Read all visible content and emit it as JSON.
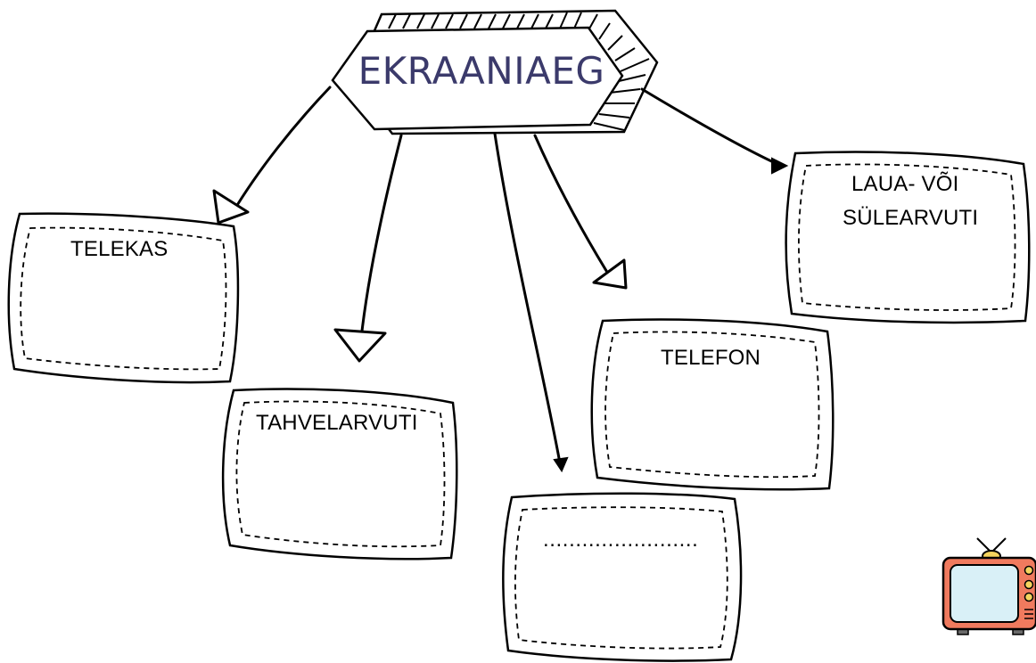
{
  "center": {
    "title": "EKRAANIAEG"
  },
  "boxes": {
    "telekas": "TELEKAS",
    "tahvelarvuti": "TAHVELARVUTI",
    "blank": "........................",
    "telefon": "TELEFON",
    "laua_line1": "LAUA- VÕI",
    "laua_line2": "SÜLEARVUTI"
  },
  "colors": {
    "title_text": "#3b3a6b",
    "tv_body": "#f07a5e",
    "tv_screen": "#d9f0f7",
    "tv_knob": "#f5d45e"
  },
  "icons": {
    "decoration": "tv-icon"
  }
}
